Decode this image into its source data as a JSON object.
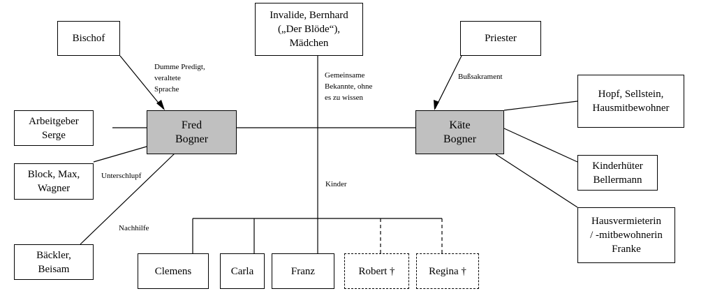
{
  "persons": {
    "bischof": "Bischof",
    "invalide": "Invalide, Bernhard\n(„Der Blöde“),\nMädchen",
    "priester": "Priester",
    "hopf": "Hopf, Sellstein,\nHausmitbewohner",
    "arbeitgeber": "Arbeitgeber\nSerge",
    "fred": "Fred\nBogner",
    "kaete": "Käte\nBogner",
    "block": "Block, Max,\nWagner",
    "kinderhueter": "Kinderhüter\nBellermann",
    "vermieterin": "Hausvermieterin\n/ -mitbewohnerin\nFranke",
    "baeckler": "Bäckler,\nBeisam",
    "clemens": "Clemens",
    "carla": "Carla",
    "franz": "Franz",
    "robert": "Robert †",
    "regina": "Regina †"
  },
  "relations": {
    "predigt": "Dumme Predigt,\nveraltete\nSprache",
    "bekannte": "Gemeinsame\nBekannte, ohne\nes zu wissen",
    "busssakrament": "Bußsakrament",
    "unterschlupf": "Unterschlupf",
    "kinder": "Kinder",
    "nachhilfe": "Nachhilfe"
  }
}
